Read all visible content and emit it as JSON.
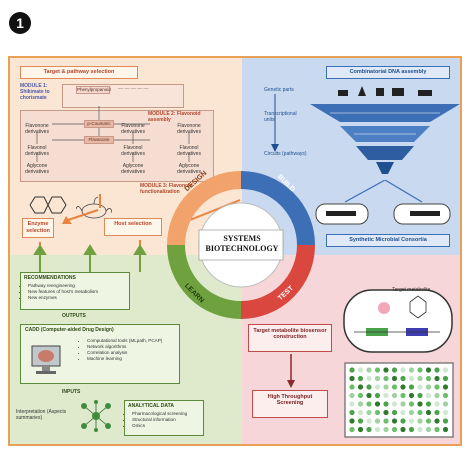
{
  "figure": {
    "panel_number": "1"
  },
  "design": {
    "title": "Target & pathway selection",
    "module1": "MODULE 1: Shikimate to chorismate",
    "module2": "MODULE 2: Flavonoid assembly",
    "module3": "MODULE 3: Flavonoid functionalization",
    "node_phenylpropanoid": "Phenylpropanoid",
    "node_coumaric": "p-Coumaric",
    "node_flavanone": "Flavanone",
    "row_flavonone": "Flavonone derivatives",
    "row_flavonol": "Flavonol derivatives",
    "row_aglycone": "Aglycone derivatives",
    "enzyme_selection": "Enzyme selection",
    "host_selection": "Host selection"
  },
  "build": {
    "title": "Combinatorial DNA assembly",
    "genetic_parts": "Genetic parts",
    "transcriptional_units": "Transcriptional units",
    "circuits": "Circuits (pathways)",
    "consortia": "Synthetic Microbial Consortia"
  },
  "test": {
    "biosensor": "Target metabolite biosensor construction",
    "screening": "High Throughput Screening",
    "target_label": "Target metabolite"
  },
  "learn": {
    "recommendations_title": "RECOMMENDATIONS",
    "recommendations": [
      "Pathway reengineering",
      "New features of host's metabolism",
      "New enzymes"
    ],
    "outputs_label": "OUTPUTS",
    "cadd_title": "CADD (Computer-aided Drug Design)",
    "cadd_items": [
      "Computational tools (MLpath, PCAP)",
      "Network algorithms",
      "Correlation analysis",
      "Machine learning"
    ],
    "inputs_label": "INPUTS",
    "interpretation": "Interpretation (Aspects summaries)",
    "analytical_title": "ANALYTICAL DATA",
    "analytical_items": [
      "Pharmacological screening",
      "Structural information",
      "Omics"
    ]
  },
  "cycle": {
    "design": "DESIGN",
    "build": "BUILD",
    "test": "TEST",
    "learn": "LEARN",
    "center_line1": "SYSTEMS",
    "center_line2": "BIOTECHNOLOGY",
    "colors": {
      "design": "#f2a26b",
      "build": "#3d6fb6",
      "test": "#d9473f",
      "learn": "#6fa13f"
    }
  }
}
